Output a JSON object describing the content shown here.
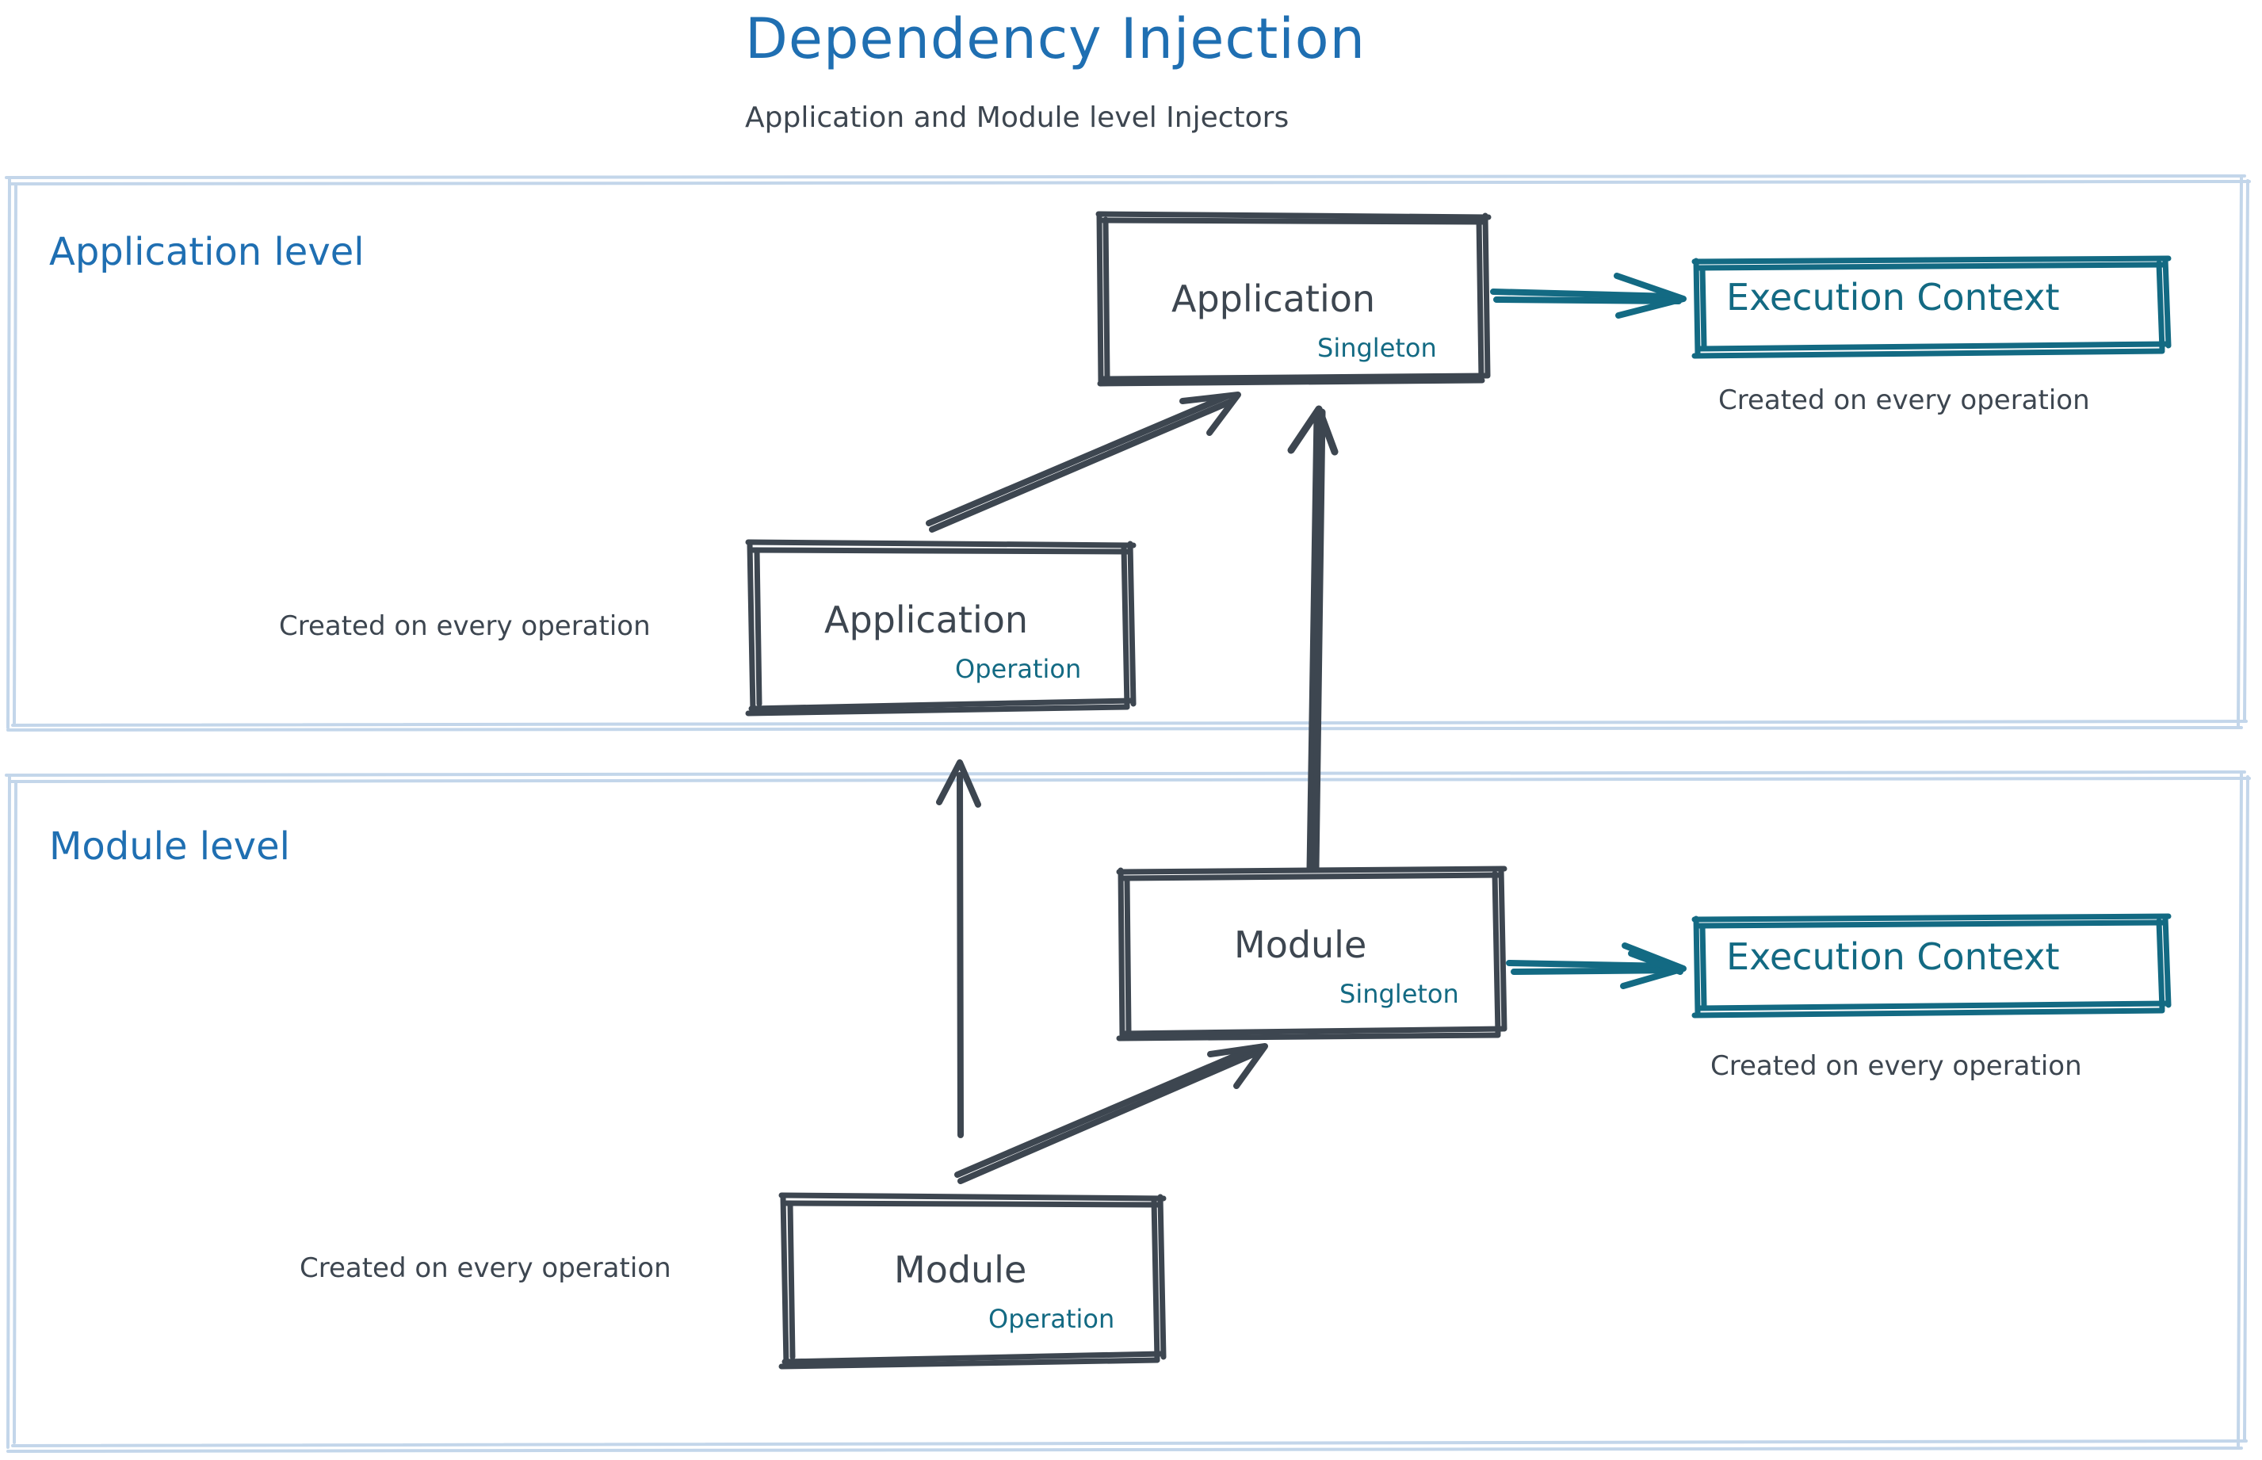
{
  "header": {
    "title": "Dependency Injection",
    "subtitle": "Application and Module level Injectors"
  },
  "colors": {
    "title_blue": "#1F6FB2",
    "panel_border": "#C3D6EA",
    "ink_dark": "#3D4650",
    "teal": "#136A83",
    "background": "#FFFFFF"
  },
  "panels": [
    {
      "id": "application-level",
      "label": "Application level"
    },
    {
      "id": "module-level",
      "label": "Module level"
    }
  ],
  "nodes": [
    {
      "id": "application-singleton",
      "title": "Application",
      "tag": "Singleton",
      "style": "dark-box"
    },
    {
      "id": "application-operation",
      "title": "Application",
      "tag": "Operation",
      "style": "dark-box"
    },
    {
      "id": "module-singleton",
      "title": "Module",
      "tag": "Singleton",
      "style": "dark-box"
    },
    {
      "id": "module-operation",
      "title": "Module",
      "tag": "Operation",
      "style": "dark-box"
    },
    {
      "id": "execution-context-application",
      "title": "Execution Context",
      "style": "teal-box"
    },
    {
      "id": "execution-context-module",
      "title": "Execution Context",
      "style": "teal-box"
    }
  ],
  "captions": [
    {
      "id": "caption-execution-context-application",
      "text": "Created on every operation"
    },
    {
      "id": "caption-application-operation",
      "text": "Created on every operation"
    },
    {
      "id": "caption-execution-context-module",
      "text": "Created on every operation"
    },
    {
      "id": "caption-module-operation",
      "text": "Created on every operation"
    }
  ],
  "edges": [
    {
      "id": "edge-application-singleton-to-execution-context",
      "from": "application-singleton",
      "to": "execution-context-application",
      "color": "teal"
    },
    {
      "id": "edge-application-operation-to-application-singleton",
      "from": "application-operation",
      "to": "application-singleton",
      "color": "dark"
    },
    {
      "id": "edge-module-singleton-to-application-singleton",
      "from": "module-singleton",
      "to": "application-singleton",
      "color": "dark"
    },
    {
      "id": "edge-module-singleton-to-execution-context",
      "from": "module-singleton",
      "to": "execution-context-module",
      "color": "teal"
    },
    {
      "id": "edge-module-operation-to-module-singleton",
      "from": "module-operation",
      "to": "module-singleton",
      "color": "dark"
    },
    {
      "id": "edge-module-operation-to-application-operation",
      "from": "module-operation",
      "to": "application-operation",
      "color": "dark"
    }
  ]
}
